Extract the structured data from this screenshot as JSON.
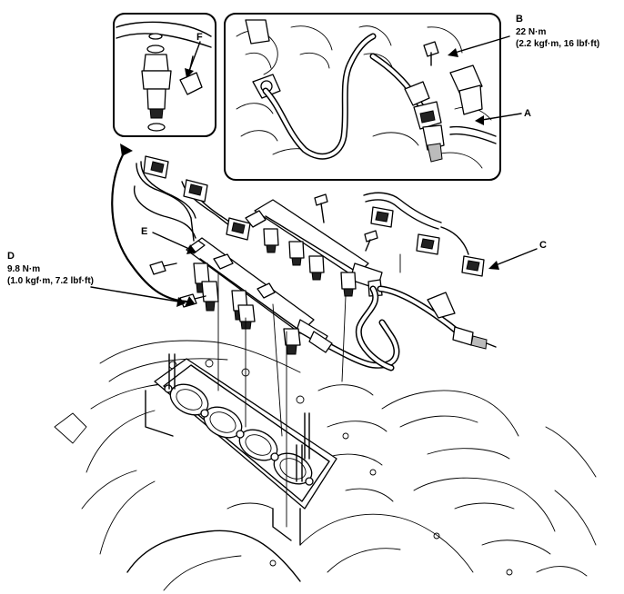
{
  "labels": {
    "A": "A",
    "B": "B",
    "C": "C",
    "D": "D",
    "E": "E",
    "F": "F"
  },
  "torque_specs": {
    "B": {
      "line1": "22 N·m",
      "line2": "(2.2 kgf·m, 16 lbf·ft)"
    },
    "D": {
      "line1": "9.8 N·m",
      "line2": "(1.0 kgf·m, 7.2 lbf·ft)"
    }
  }
}
